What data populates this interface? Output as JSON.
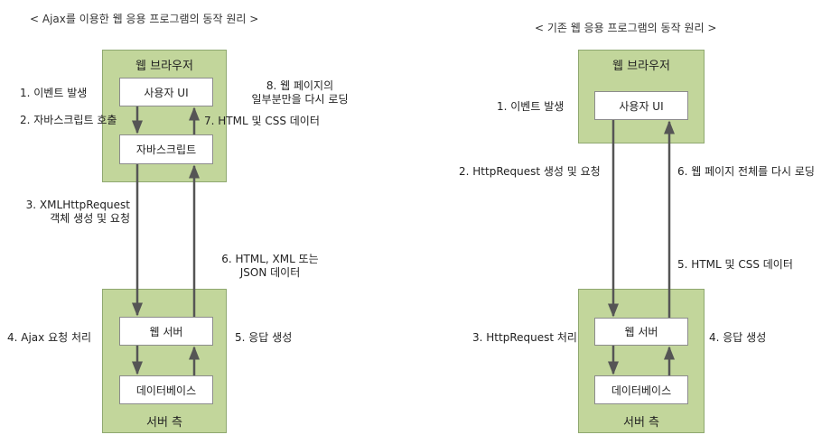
{
  "ajax": {
    "title": "< Ajax를 이용한 웹 응용 프로그램의 동작 원리 >",
    "browser_label": "웹 브라우저",
    "server_label": "서버 측",
    "boxes": {
      "user_ui": "사용자 UI",
      "javascript": "자바스크립트",
      "web_server": "웹 서버",
      "database": "데이터베이스"
    },
    "steps": {
      "s1": "1. 이벤트 발생",
      "s2": "2. 자바스크립트 호출",
      "s3_line1": "3. XMLHttpRequest",
      "s3_line2": "객체 생성 및 요청",
      "s4": "4. Ajax 요청 처리",
      "s5": "5. 응답 생성",
      "s6_line1": "6. HTML, XML 또는",
      "s6_line2": "JSON 데이터",
      "s7": "7. HTML 및 CSS 데이터",
      "s8_line1": "8. 웹 페이지의",
      "s8_line2": "일부분만을 다시 로딩"
    }
  },
  "classic": {
    "title": "< 기존 웹 응용 프로그램의 동작 원리 >",
    "browser_label": "웹 브라우저",
    "server_label": "서버 측",
    "boxes": {
      "user_ui": "사용자 UI",
      "web_server": "웹 서버",
      "database": "데이터베이스"
    },
    "steps": {
      "s1": "1. 이벤트 발생",
      "s2": "2. HttpRequest 생성 및 요청",
      "s3": "3. HttpRequest 처리",
      "s4": "4. 응답 생성",
      "s5": "5. HTML 및 CSS 데이터",
      "s6": "6. 웹 페이지 전체를 다시 로딩"
    }
  },
  "colors": {
    "zone_fill": "#c2d69b",
    "zone_border": "#8fa870",
    "arrow": "#555555"
  }
}
